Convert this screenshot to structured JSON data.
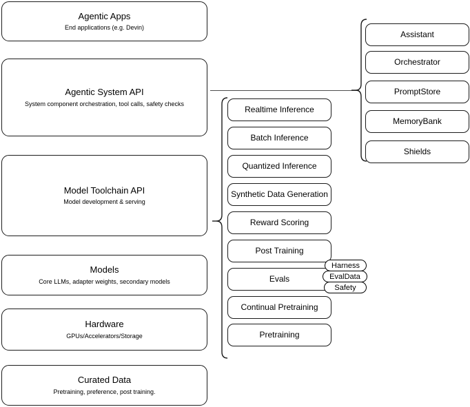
{
  "diagram": {
    "title": "AI stack layered architecture",
    "style": {
      "box_border_color": "#1a1a1a",
      "box_fill_color": "#ffffff",
      "connector_color": "#4d4d4d",
      "background_color": "#ffffff"
    }
  },
  "layers": [
    {
      "id": "agentic-apps",
      "title": "Agentic Apps",
      "subtitle": "End applications (e.g. Devin)"
    },
    {
      "id": "agentic-system-api",
      "title": "Agentic System API",
      "subtitle": "System component orchestration, tool calls, safety checks"
    },
    {
      "id": "model-toolchain-api",
      "title": "Model Toolchain API",
      "subtitle": "Model development & serving"
    },
    {
      "id": "models",
      "title": "Models",
      "subtitle": "Core LLMs, adapter weights, secondary models"
    },
    {
      "id": "hardware",
      "title": "Hardware",
      "subtitle": "GPUs/Accelerators/Storage"
    },
    {
      "id": "curated-data",
      "title": "Curated Data",
      "subtitle": "Pretraining, preference, post training."
    }
  ],
  "toolchain_components": [
    {
      "id": "realtime-inference",
      "label": "Realtime Inference"
    },
    {
      "id": "batch-inference",
      "label": "Batch Inference"
    },
    {
      "id": "quantized-inference",
      "label": "Quantized Inference"
    },
    {
      "id": "synthetic-data-generation",
      "label": "Synthetic Data Generation"
    },
    {
      "id": "reward-scoring",
      "label": "Reward Scoring"
    },
    {
      "id": "post-training",
      "label": "Post Training"
    },
    {
      "id": "evals",
      "label": "Evals"
    },
    {
      "id": "continual-pretraining",
      "label": "Continual Pretraining"
    },
    {
      "id": "pretraining",
      "label": "Pretraining"
    }
  ],
  "evals_subcomponents": [
    {
      "id": "harness",
      "label": "Harness"
    },
    {
      "id": "evaldata",
      "label": "EvalData"
    },
    {
      "id": "safety",
      "label": "Safety"
    }
  ],
  "system_components": [
    {
      "id": "assistant",
      "label": "Assistant"
    },
    {
      "id": "orchestrator",
      "label": "Orchestrator"
    },
    {
      "id": "promptstore",
      "label": "PromptStore"
    },
    {
      "id": "memorybank",
      "label": "MemoryBank"
    },
    {
      "id": "shields",
      "label": "Shields"
    }
  ]
}
